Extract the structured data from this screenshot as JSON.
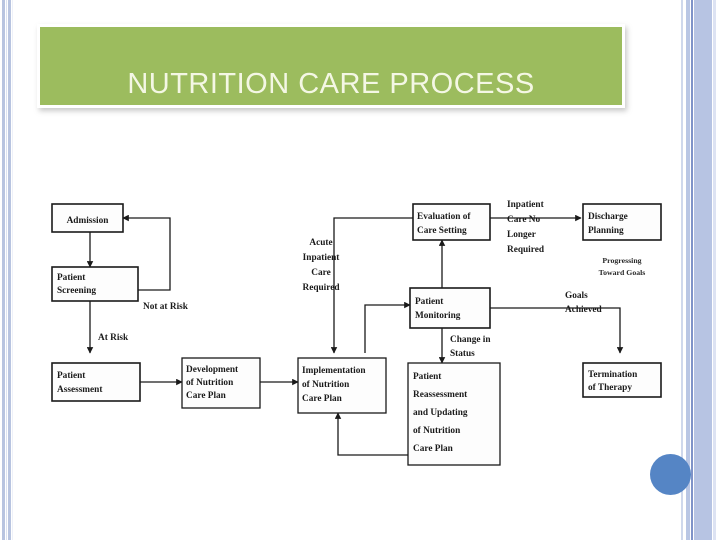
{
  "slide": {
    "title": "NUTRITION CARE PROCESS",
    "background_color": "#ffffff",
    "banner_color": "#9cbc5e",
    "title_color": "#f4f7e4",
    "bullet_color": "#5585c5",
    "stripe_color": "#b8c4e0"
  },
  "diagram": {
    "type": "flowchart",
    "boxes": [
      {
        "id": "admission",
        "label": "Admission"
      },
      {
        "id": "patient-screening",
        "label": "Patient\nScreening",
        "line1": "Patient",
        "line2": "Screening"
      },
      {
        "id": "patient-assessment",
        "label": "Patient\nAssessment",
        "line1": "Patient",
        "line2": "Assessment"
      },
      {
        "id": "development-plan",
        "line1": "Development",
        "line2": "of Nutrition",
        "line3": "Care Plan"
      },
      {
        "id": "implementation-plan",
        "line1": "Implementation",
        "line2": "of Nutrition",
        "line3": "Care Plan"
      },
      {
        "id": "evaluation-care-setting",
        "line1": "Evaluation of",
        "line2": "Care Setting"
      },
      {
        "id": "patient-monitoring",
        "line1": "Patient",
        "line2": "Monitoring"
      },
      {
        "id": "patient-reassessment",
        "line1": "Patient",
        "line2": "Reassessment",
        "line3": "and Updating",
        "line4": "of Nutrition",
        "line5": "Care Plan"
      },
      {
        "id": "discharge-planning",
        "line1": "Discharge",
        "line2": "Planning"
      },
      {
        "id": "termination-therapy",
        "line1": "Termination",
        "line2": "of Therapy"
      }
    ],
    "edge_labels": [
      {
        "id": "not-at-risk",
        "text": "Not at Risk"
      },
      {
        "id": "at-risk",
        "text": "At Risk"
      },
      {
        "id": "acute-inpatient-care-required",
        "line1": "Acute",
        "line2": "Inpatient",
        "line3": "Care",
        "line4": "Required"
      },
      {
        "id": "inpatient-care-no-longer-required",
        "line1": "Inpatient",
        "line2": "Care No",
        "line3": "Longer",
        "line4": "Required"
      },
      {
        "id": "change-in-status",
        "line1": "Change in",
        "line2": "Status"
      },
      {
        "id": "progressing-toward-goals",
        "line1": "Progressing",
        "line2": "Toward Goals"
      },
      {
        "id": "goals-achieved",
        "line1": "Goals",
        "line2": "Achieved"
      }
    ]
  }
}
